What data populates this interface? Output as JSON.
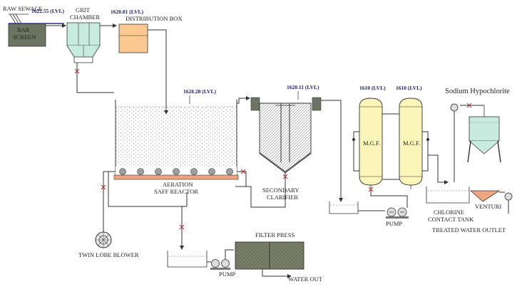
{
  "labels": {
    "raw_sewage": "RAW SEWAGE",
    "bar": "BAR",
    "screen": "SCREEN",
    "grit_chamber_1": "GRIT",
    "grit_chamber_2": "CHAMBER",
    "distribution_box": "DISTRIBUTION BOX",
    "aeration": "AERATION",
    "saff_reactor": "SAFF REACTOR",
    "secondary": "SECONDARY",
    "clarifier": "CLARIFIER",
    "mgf_1": "M.G.F.",
    "mgf_2": "M.G.F.",
    "sodium_hypochlorite": "Sodium Hypochlorite",
    "chlorine_1": "CHLORINE",
    "chlorine_2": "CONTACT TANK",
    "venturi": "VENTURI",
    "treated_water_outlet": "TREATED WATER OUTLET",
    "pump_filter": "PUMP",
    "pump_sludge": "PUMP",
    "twin_lobe_blower": "TWIN LOBE BLOWER",
    "filter_press": "FILTER PRESS",
    "water_out": "WATER OUT"
  },
  "levels": {
    "bar_screen": "1622.55 (LVL)",
    "distribution_box": "1620.81 (LVL)",
    "aeration": "1620.28 (LVL)",
    "clarifier": "1620.11 (LVL)",
    "mgf_1": "1610 (LVL)",
    "mgf_2": "1610 (LVL)"
  },
  "colors": {
    "bar_screen": "#6b7561",
    "grit_chamber": "#c7ecdf",
    "distribution_box": "#fbc98f",
    "mgf_vessel": "#fbf5b8",
    "diffuser_base": "#f3a27b",
    "venturi": "#f0a77f",
    "filter_press": "#7b8068",
    "level_text": "#1c1f6e"
  }
}
